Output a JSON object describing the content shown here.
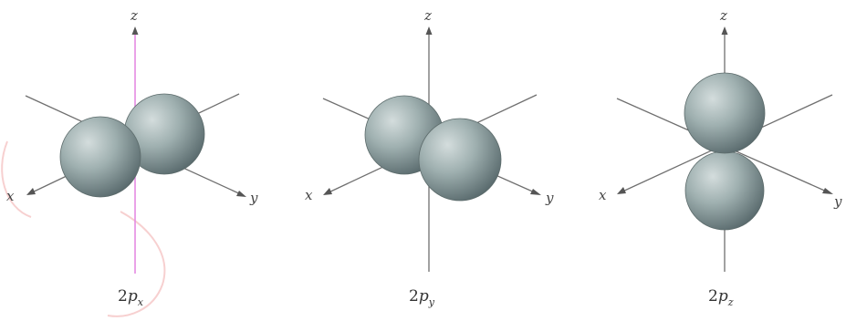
{
  "colors": {
    "lobe": "#8fa1a1",
    "axis": "#6f6f6f",
    "highlight_axis": "#e58be3",
    "background": "#ffffff"
  },
  "orbitals": [
    {
      "name": "2px",
      "caption": "2p",
      "subscript": "x",
      "axis_labels": {
        "z": "z",
        "x": "x",
        "y": "y"
      }
    },
    {
      "name": "2py",
      "caption": "2p",
      "subscript": "y",
      "axis_labels": {
        "z": "z",
        "x": "x",
        "y": "y"
      }
    },
    {
      "name": "2pz",
      "caption": "2p",
      "subscript": "z",
      "axis_labels": {
        "z": "z",
        "x": "x",
        "y": "y"
      }
    }
  ]
}
